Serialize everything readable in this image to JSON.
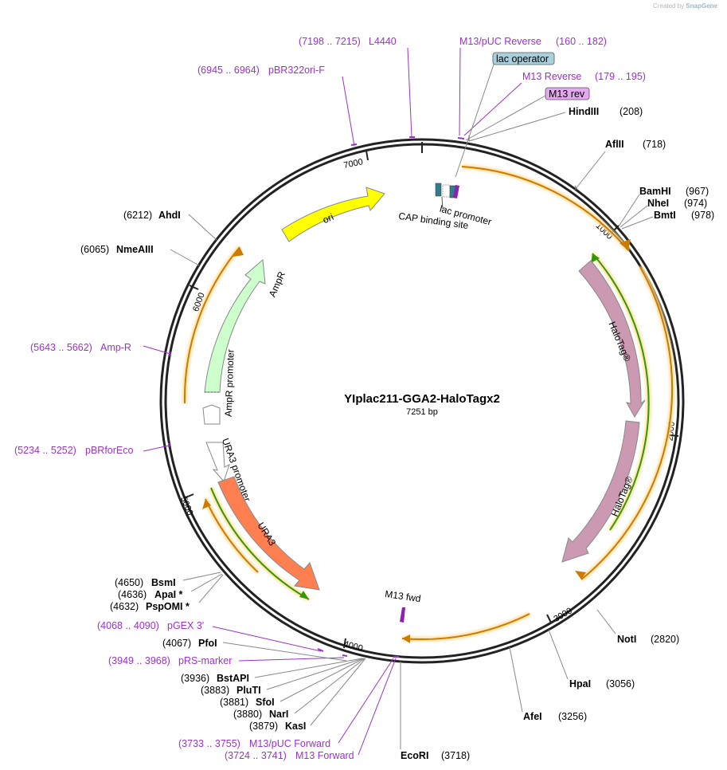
{
  "credit": {
    "prefix": "Created by",
    "brand": "SnapGene"
  },
  "plasmid": {
    "name": "YIplac211-GGA2-HaloTagx2",
    "length": "7251 bp"
  },
  "ticks": [
    "1000",
    "2000",
    "3000",
    "4000",
    "5000",
    "6000",
    "7000"
  ],
  "primers": [
    {
      "range": "(7198 .. 7215)",
      "name": "L4440"
    },
    {
      "range": "(160 .. 182)",
      "name": "M13/pUC Reverse"
    },
    {
      "range": "(179 .. 195)",
      "name": "M13 Reverse"
    },
    {
      "range": "(6945 .. 6964)",
      "name": "pBR322ori-F"
    },
    {
      "range": "(5643 .. 5662)",
      "name": "Amp-R"
    },
    {
      "range": "(5234 .. 5252)",
      "name": "pBRforEco"
    },
    {
      "range": "(4068 .. 4090)",
      "name": "pGEX 3'"
    },
    {
      "range": "(3949 .. 3968)",
      "name": "pRS-marker"
    },
    {
      "range": "(3733 .. 3755)",
      "name": "M13/pUC Forward"
    },
    {
      "range": "(3724 .. 3741)",
      "name": "M13 Forward"
    }
  ],
  "boxed_labels": [
    {
      "text": "lac operator",
      "color": "#a9d0dc"
    },
    {
      "text": "M13 rev",
      "color": "#e2a9ee"
    }
  ],
  "enzymes": [
    {
      "name": "HindIII",
      "pos": "(208)"
    },
    {
      "name": "AflII",
      "pos": "(718)"
    },
    {
      "name": "BamHI",
      "pos": "(967)"
    },
    {
      "name": "NheI",
      "pos": "(974)"
    },
    {
      "name": "BmtI",
      "pos": "(978)"
    },
    {
      "name": "NotI",
      "pos": "(2820)"
    },
    {
      "name": "HpaI",
      "pos": "(3056)"
    },
    {
      "name": "AfeI",
      "pos": "(3256)"
    },
    {
      "name": "EcoRI",
      "pos": "(3718)"
    },
    {
      "name": "AhdI",
      "pos": "(6212)"
    },
    {
      "name": "NmeAIII",
      "pos": "(6065)"
    },
    {
      "name": "BsmI",
      "pos": "(4650)"
    },
    {
      "name": "ApaI *",
      "pos": "(4636)"
    },
    {
      "name": "PspOMI *",
      "pos": "(4632)"
    },
    {
      "name": "PfoI",
      "pos": "(4067)"
    },
    {
      "name": "BstAPI",
      "pos": "(3936)"
    },
    {
      "name": "PluTI",
      "pos": "(3883)"
    },
    {
      "name": "SfoI",
      "pos": "(3881)"
    },
    {
      "name": "NarI",
      "pos": "(3880)"
    },
    {
      "name": "KasI",
      "pos": "(3879)"
    }
  ],
  "features": {
    "ori": "ori",
    "ampr": "AmpR",
    "ampr_promoter": "AmpR promoter",
    "ura3_promoter": "URA3 promoter",
    "ura3": "URA3",
    "halotag1": "HaloTag®",
    "halotag2": "HaloTag®",
    "lac_promoter": "lac promoter",
    "cap_site": "CAP binding site",
    "m13_fwd": "M13 fwd"
  },
  "colors": {
    "primer": "#9b32c8",
    "ori": "#ffff00",
    "ampr": "#ccffcc",
    "ura3": "#ff7f50",
    "halotag": "#cc99b2",
    "orf_orange": "#cc7a00",
    "orf_green": "#339900",
    "backbone": "#222222"
  }
}
